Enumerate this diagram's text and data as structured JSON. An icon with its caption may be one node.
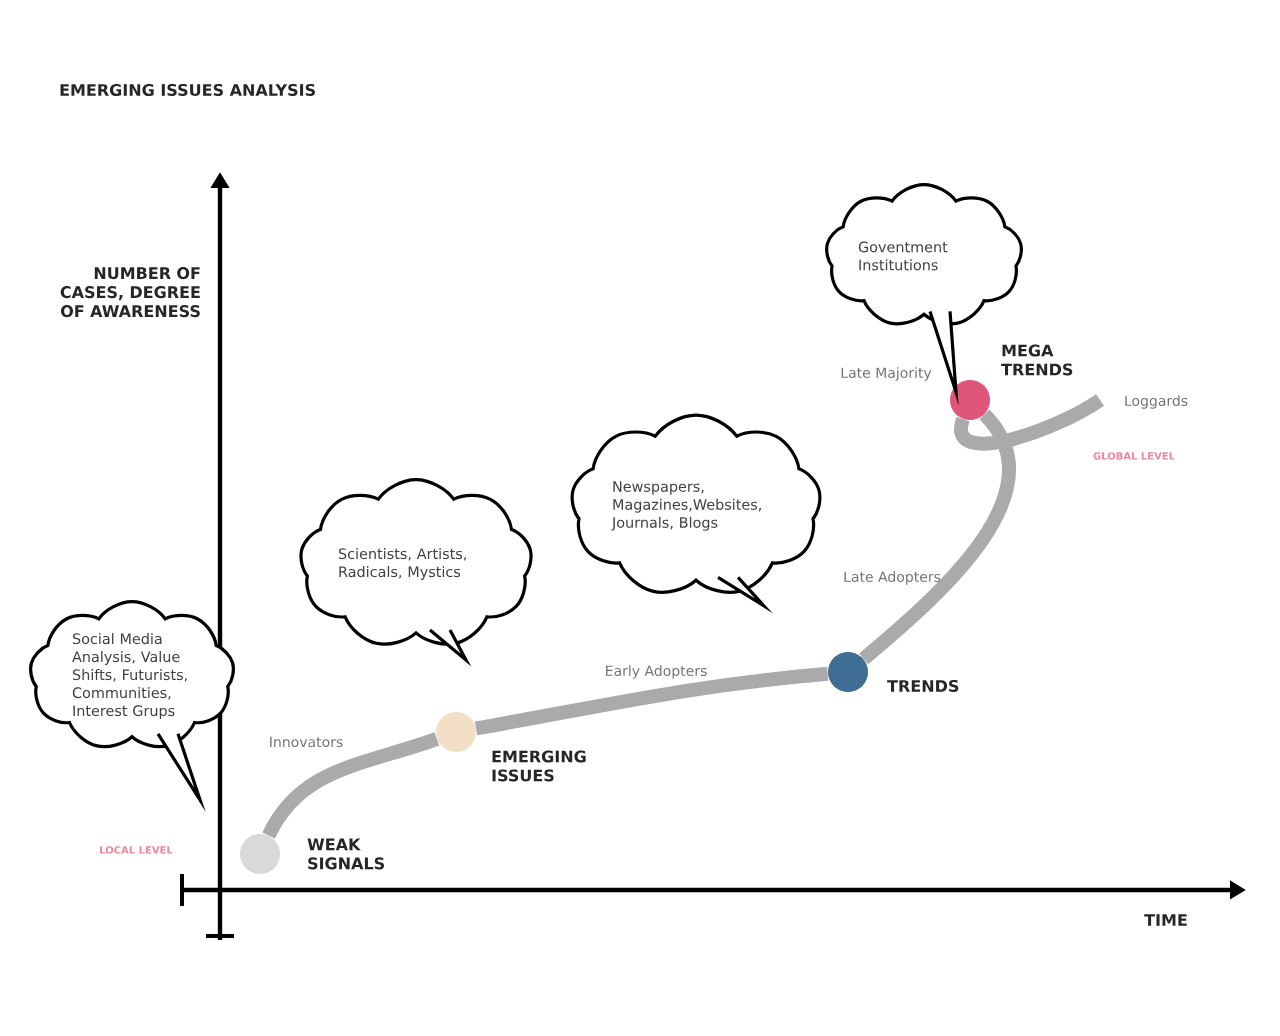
{
  "diagram": {
    "title": "EMERGING ISSUES ANALYSIS",
    "nodes": [
      {
        "text": [],
        "shape": "circle",
        "beside": [
          "WEAK SIGNALS"
        ]
      },
      {
        "text": [],
        "shape": "circle",
        "beside": [
          "EMERGING ISSUES"
        ]
      },
      {
        "text": [],
        "shape": "circle",
        "beside": [
          "TRENDS"
        ]
      },
      {
        "text": [],
        "shape": "circle",
        "beside": [
          "MEGA TRENDS"
        ]
      },
      {
        "text": [
          "Social Media Analysis, Value Shifts, Futurists, Communities, Interest Grups"
        ]
      },
      {
        "text": [
          "Scientists, Artists, Radicals, Mystics"
        ]
      },
      {
        "text": [
          "Newspapers, Magazines,Websites, Journals, Blogs"
        ]
      },
      {
        "text": [
          "Goventment Institutions"
        ]
      }
    ],
    "edges": [
      {
        "from": 0,
        "to": 1,
        "arrow": "none"
      },
      {
        "from": 1,
        "to": 2,
        "arrow": "none"
      },
      {
        "from": 2,
        "to": 3,
        "arrow": "none"
      },
      {
        "from": 3,
        "to": null,
        "arrow": "none"
      }
    ],
    "labels": [
      "NUMBER OF CASES, DEGREE OF AWARENESS",
      "Late Majority",
      "Loggards",
      "GLOBAL LEVEL",
      "Late Adopters",
      "Early Adopters",
      "Innovators",
      "LOCAL LEVEL",
      "TIME"
    ]
  }
}
